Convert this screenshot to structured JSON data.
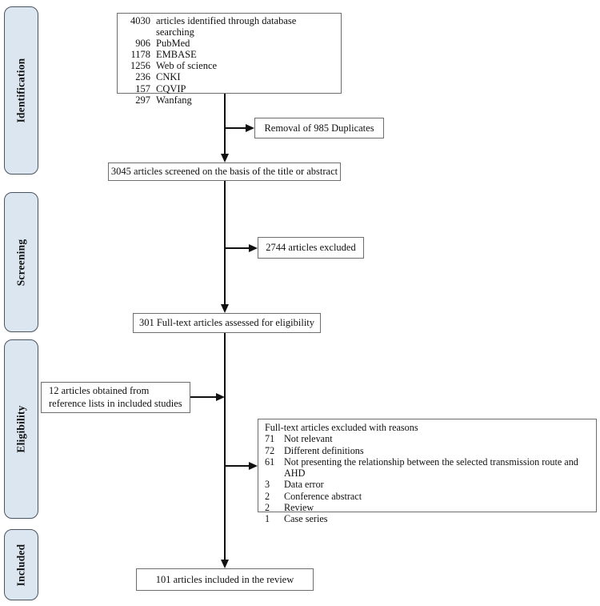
{
  "colors": {
    "background": "#ffffff",
    "stage_fill": "#dce6f1",
    "stage_border": "#4a545e",
    "box_border": "#6e6e6e",
    "arrow": "#111111",
    "text": "#111111"
  },
  "sidebar": {
    "stages": [
      {
        "label": "Identification"
      },
      {
        "label": "Screening"
      },
      {
        "label": "Eligibility"
      },
      {
        "label": "Included"
      }
    ]
  },
  "nodes": {
    "identified": {
      "rows": [
        {
          "count": "4030",
          "label": "articles identified through database searching"
        },
        {
          "count": "906",
          "label": "PubMed"
        },
        {
          "count": "1178",
          "label": "EMBASE"
        },
        {
          "count": "1256",
          "label": "Web of science"
        },
        {
          "count": "236",
          "label": "CNKI"
        },
        {
          "count": "157",
          "label": "CQVIP"
        },
        {
          "count": "297",
          "label": "Wanfang"
        }
      ]
    },
    "duplicates": {
      "label": "Removal of 985 Duplicates"
    },
    "screened": {
      "label": "3045 articles screened on the basis of the title or abstract"
    },
    "excluded": {
      "label": "2744 articles excluded"
    },
    "fulltext": {
      "label": "301 Full-text articles assessed for eligibility"
    },
    "reference": {
      "label": "12 articles obtained from reference lists in included studies"
    },
    "reasons": {
      "title": "Full-text articles excluded with reasons",
      "rows": [
        {
          "count": "71",
          "label": "Not relevant"
        },
        {
          "count": "72",
          "label": "Different definitions"
        },
        {
          "count": "61",
          "label": "Not presenting the relationship between the selected transmission route and AHD"
        },
        {
          "count": "3",
          "label": "Data error"
        },
        {
          "count": "2",
          "label": "Conference abstract"
        },
        {
          "count": "2",
          "label": "Review"
        },
        {
          "count": "1",
          "label": "Case series"
        }
      ]
    },
    "included": {
      "label": "101 articles included in the review"
    }
  }
}
